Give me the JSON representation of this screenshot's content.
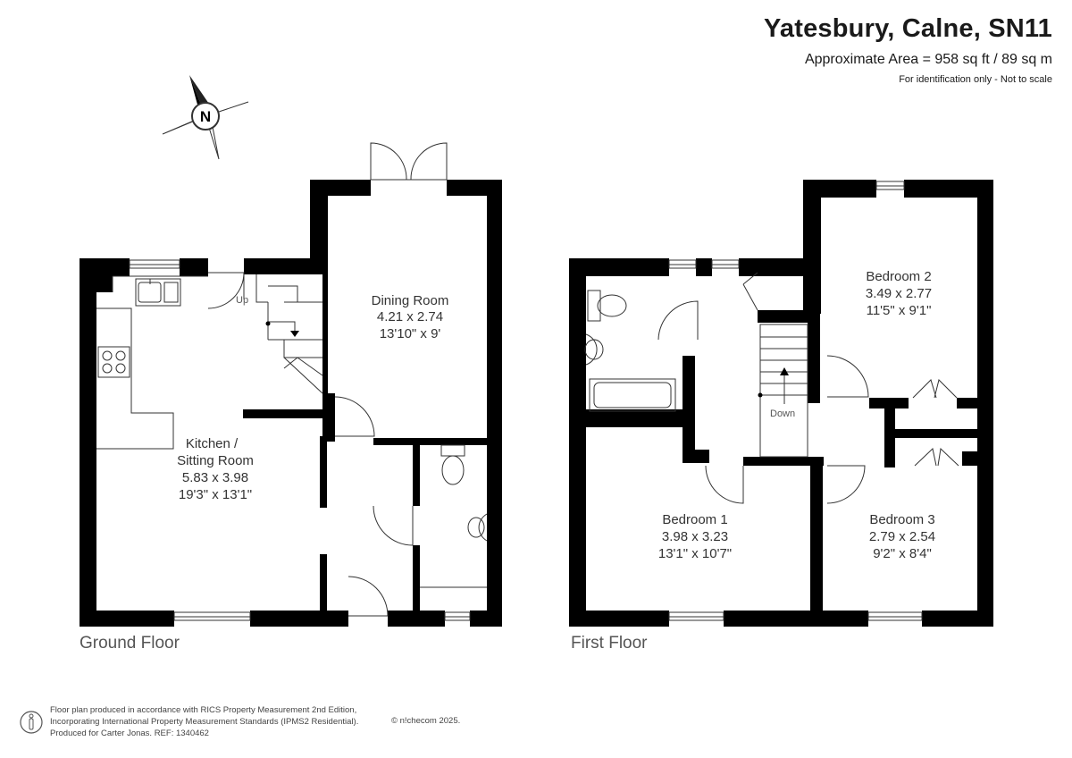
{
  "header": {
    "title": "Yatesbury, Calne, SN11",
    "area": "Approximate Area = 958 sq ft / 89 sq m",
    "note": "For identification only - Not to scale"
  },
  "compass": {
    "label": "N"
  },
  "floors": {
    "ground": {
      "label": "Ground Floor"
    },
    "first": {
      "label": "First Floor"
    }
  },
  "rooms": {
    "dining": {
      "name": "Dining Room",
      "metric": "4.21 x 2.74",
      "imperial": "13'10\" x 9'"
    },
    "kitchen": {
      "name_line1": "Kitchen /",
      "name_line2": "Sitting Room",
      "metric": "5.83 x 3.98",
      "imperial": "19'3\" x 13'1\""
    },
    "bedroom1": {
      "name": "Bedroom 1",
      "metric": "3.98 x 3.23",
      "imperial": "13'1\" x 10'7\""
    },
    "bedroom2": {
      "name": "Bedroom 2",
      "metric": "3.49 x 2.77",
      "imperial": "11'5\" x 9'1\""
    },
    "bedroom3": {
      "name": "Bedroom 3",
      "metric": "2.79 x 2.54",
      "imperial": "9'2\" x 8'4\""
    }
  },
  "stairs": {
    "up_label": "Up",
    "down_label": "Down"
  },
  "footer": {
    "line1": "Floor plan produced in accordance with RICS Property Measurement 2nd Edition,",
    "line2": "Incorporating International Property Measurement Standards (IPMS2 Residential).",
    "line3": "Produced for Carter Jonas.   REF: 1340462",
    "copyright": "© n!checom 2025."
  },
  "colors": {
    "wall": "#000000",
    "fixture_stroke": "#333333",
    "text": "#333333"
  }
}
